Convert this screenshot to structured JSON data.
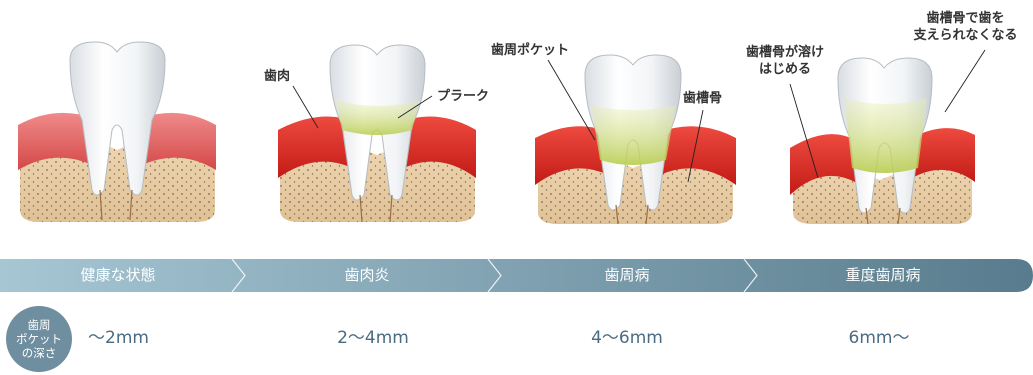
{
  "labels": {
    "gum": "歯肉",
    "plaque": "プラーク",
    "pocket": "歯周ポケット",
    "alveolar_bone": "歯槽骨",
    "bone_dissolving": [
      "歯槽骨が溶け",
      "はじめる"
    ],
    "cannot_support": [
      "歯槽骨で歯を",
      "支えられなくなる"
    ]
  },
  "stages": [
    {
      "name": "健康な状態",
      "depth": "～2mm"
    },
    {
      "name": "歯肉炎",
      "depth": "2～4mm"
    },
    {
      "name": "歯周病",
      "depth": "4～6mm"
    },
    {
      "name": "重度歯周病",
      "depth": "6mm～"
    }
  ],
  "badge": [
    "歯周",
    "ポケット",
    "の深さ"
  ],
  "colors": {
    "band_start": "#9dbfcf",
    "band_end": "#5e8293",
    "gum": "#e02a24",
    "bone": "#e6caa3",
    "plaque": "#c8d86a",
    "tooth": "#f4f6f8",
    "depth_text": "#4a6b82"
  }
}
